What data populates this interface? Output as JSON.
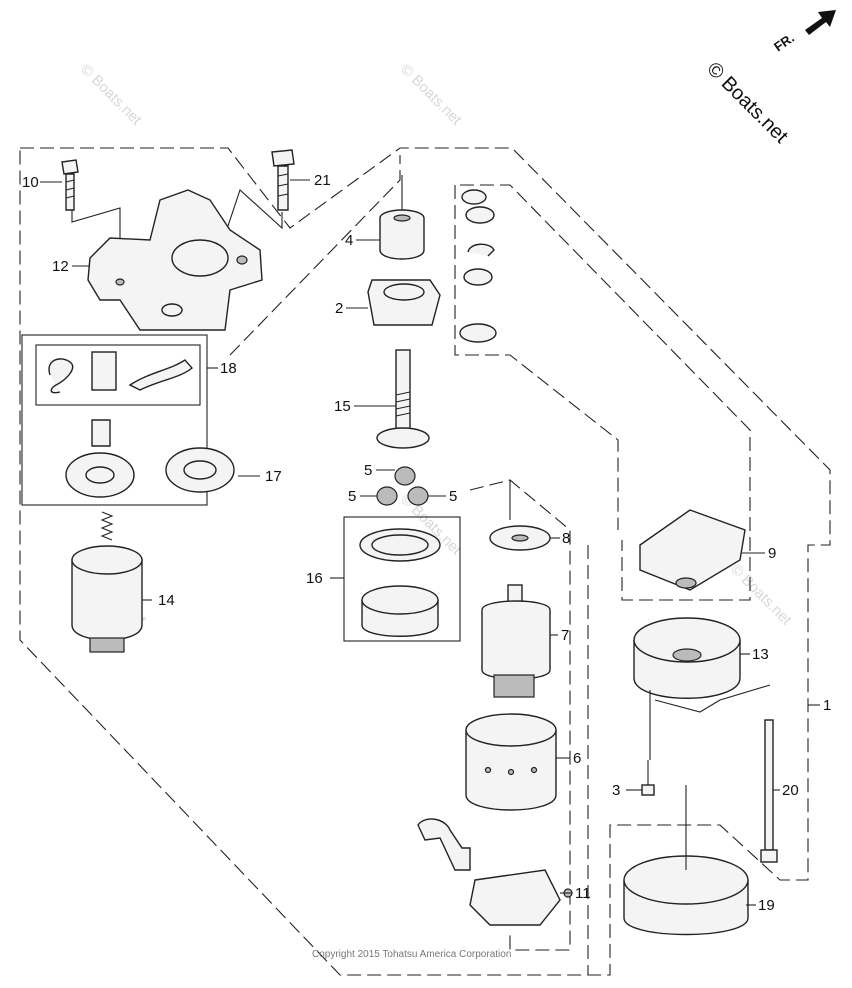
{
  "brand_watermark": "© Boats.net",
  "faint_watermark": "© Boats.net",
  "direction_label": "FR.",
  "copyright": "Copyright 2015 Tohatsu America Corporation",
  "callouts": {
    "n1": "1",
    "n2": "2",
    "n3": "3",
    "n4": "4",
    "n5a": "5",
    "n5b": "5",
    "n5c": "5",
    "n6": "6",
    "n7": "7",
    "n8": "8",
    "n9": "9",
    "n10": "10",
    "n11": "11",
    "n12": "12",
    "n13": "13",
    "n14": "14",
    "n15": "15",
    "n16": "16",
    "n17": "17",
    "n18": "18",
    "n19": "19",
    "n20": "20",
    "n21": "21"
  }
}
